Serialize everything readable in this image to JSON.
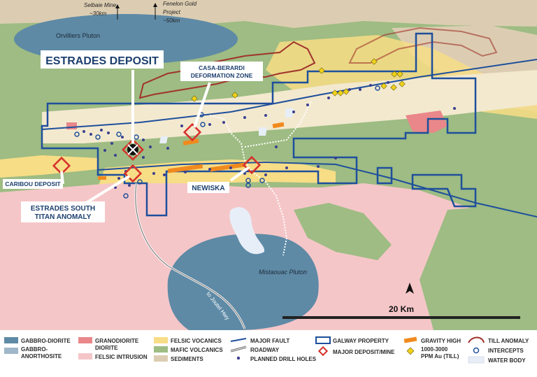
{
  "labels": {
    "selbaie_line1": "Selbaie Mine",
    "selbaie_line2": "~30km",
    "fenelon_line1": "Fenelon Gold",
    "fenelon_line2": "Project",
    "fenelon_line3": "~50km",
    "orvilliers": "Orvilliers Pluton",
    "estrades_deposit": "ESTRADES DEPOSIT",
    "casa_line1": "CASA-BERARDI",
    "casa_line2": "DEFORMATION ZONE",
    "caribou": "CARIBOU DEPOSIT",
    "newiska": "NEWISKA",
    "estrades_south_line1": "ESTRADES SOUTH",
    "estrades_south_line2": "TITAN ANOMALY",
    "joutel": "to Joutel Hwy",
    "mistaouac": "Mistaouac Pluton",
    "scale": "20 Km"
  },
  "legend": {
    "gabbro_diorite": "GABBRO-DIORITE",
    "gabbro_anorthosite_1": "GABBRO-",
    "gabbro_anorthosite_2": "ANORTHOSITE",
    "granodiorite_1": "GRANODIORITE",
    "granodiorite_2": "DIORITE",
    "felsic_intrusion": "FELSIC INTRUSION",
    "felsic_vocanics": "FELSIC VOCANICS",
    "mafic_volcanics": "MAFIC VOLCANICS",
    "sediments": "SEDIMENTS",
    "major_fault": "MAJOR FAULT",
    "roadway": "ROADWAY",
    "planned_drill_holes": "PLANNED DRILL HOLES",
    "galway_property": "GALWAY PROPERTY",
    "major_deposit": "MAJOR DEPOSIT/MINE",
    "gravity_high": "GRAVITY HIGH",
    "ppm_1": "1000-3000",
    "ppm_2": "PPM Au (TILL)",
    "till_anomaly": "TILL ANOMALY",
    "intercepts": "INTERCEPTS",
    "water_body": "WATER BODY"
  },
  "colors": {
    "gabbro_diorite": "#5e8aa6",
    "gabbro_anorthosite": "#9fb7c8",
    "granodiorite": "#e9878a",
    "felsic_intrusion": "#f5c6c8",
    "felsic_volcanics": "#f7dd86",
    "mafic_volcanics": "#9ebc83",
    "sediments": "#dccdb2",
    "galway_property": "#1e4f9c",
    "major_fault": "#1e4f9c",
    "deposit": "#d6302b",
    "ppm": "#f0d21a",
    "till": "#a0332c",
    "intercepts": "#1e4f9c",
    "drill_holes": "#3b3f8f",
    "water": "#e7eef7"
  }
}
